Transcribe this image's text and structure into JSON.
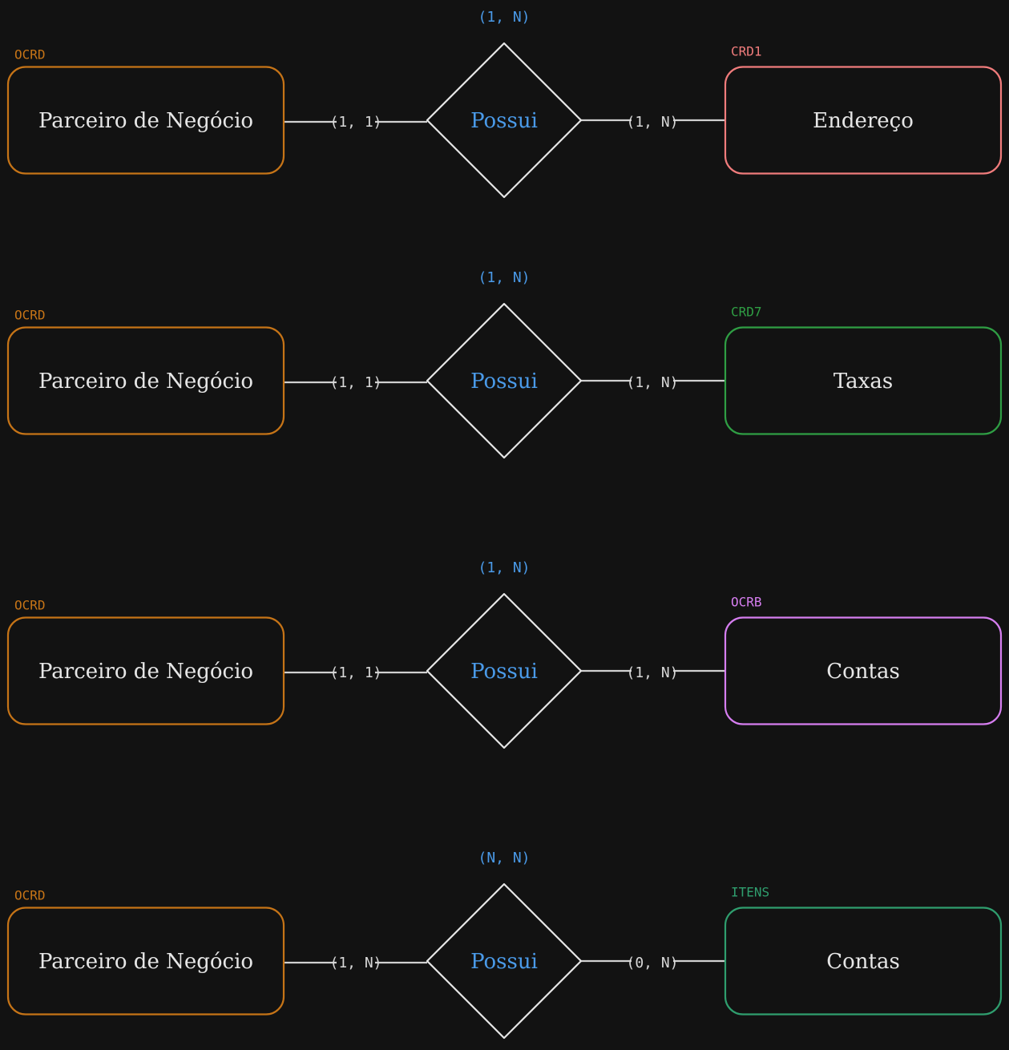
{
  "colors": {
    "background": "#121212",
    "left_entity": "#c67417",
    "relationship": "#e6e6e6",
    "relationship_text": "#4a9ae8",
    "line": "#d0d0d0",
    "crd1": "#f07c7c",
    "crd7": "#2f9e44",
    "ocrb": "#d67ef0",
    "itens": "#2f9e6e"
  },
  "rows": [
    {
      "left": {
        "table": "OCRD",
        "name": "Parceiro de Negócio"
      },
      "relationship": {
        "name": "Possui",
        "cardinality": "(1, N)"
      },
      "left_card": "(1, 1)",
      "right_card": "(1, N)",
      "right": {
        "table": "CRD1",
        "name": "Endereço",
        "color_key": "crd1"
      }
    },
    {
      "left": {
        "table": "OCRD",
        "name": "Parceiro de Negócio"
      },
      "relationship": {
        "name": "Possui",
        "cardinality": "(1, N)"
      },
      "left_card": "(1, 1)",
      "right_card": "(1, N)",
      "right": {
        "table": "CRD7",
        "name": "Taxas",
        "color_key": "crd7"
      }
    },
    {
      "left": {
        "table": "OCRD",
        "name": "Parceiro de Negócio"
      },
      "relationship": {
        "name": "Possui",
        "cardinality": "(1, N)"
      },
      "left_card": "(1, 1)",
      "right_card": "(1, N)",
      "right": {
        "table": "OCRB",
        "name": "Contas",
        "color_key": "ocrb"
      }
    },
    {
      "left": {
        "table": "OCRD",
        "name": "Parceiro de Negócio"
      },
      "relationship": {
        "name": "Possui",
        "cardinality": "(N, N)"
      },
      "left_card": "(1, N)",
      "right_card": "(0, N)",
      "right": {
        "table": "ITENS",
        "name": "Contas",
        "color_key": "itens"
      }
    }
  ]
}
